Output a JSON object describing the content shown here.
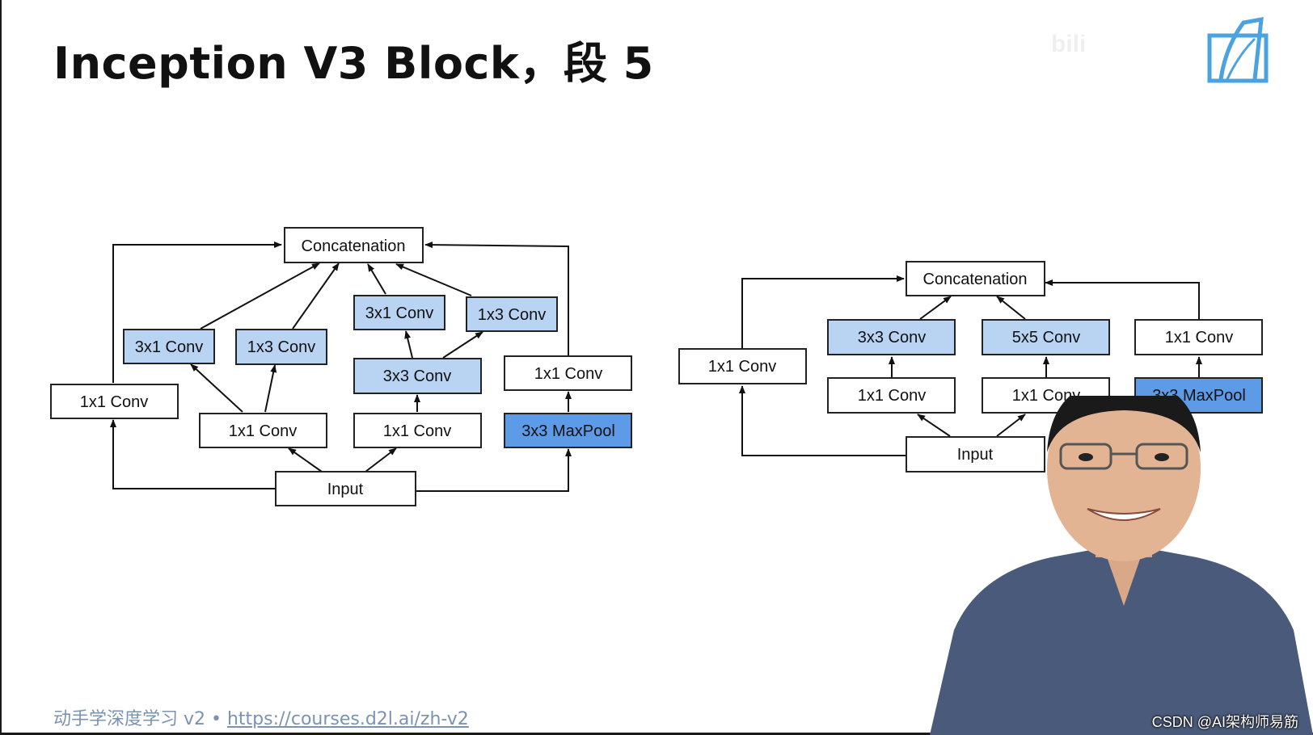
{
  "slide": {
    "title": "Inception V3 Block，段 5",
    "footer_text": "动手学深度学习 v2 • ",
    "footer_link": "https://courses.d2l.ai/zh-v2"
  },
  "watermark": {
    "csdn": "CSDN @AI架构师易筋"
  },
  "colors": {
    "light_blue_fill": "#b9d3f2",
    "dark_blue_fill": "#5d9be6",
    "box_border": "#222222",
    "presenter_shirt": "#4a5a7a"
  },
  "diagram_left": {
    "concat": "Concatenation",
    "input": "Input",
    "branch1_conv": "1x1 Conv",
    "branch2_conv_a": "3x1 Conv",
    "branch2_conv_b": "1x3 Conv",
    "branch2_base": "1x1 Conv",
    "branch3_conv_a": "3x1 Conv",
    "branch3_conv_b": "1x3 Conv",
    "branch3_mid": "3x3 Conv",
    "branch3_base": "1x1 Conv",
    "branch4_conv": "1x1 Conv",
    "branch4_pool": "3x3 MaxPool"
  },
  "diagram_right": {
    "concat": "Concatenation",
    "input": "Input",
    "branch1_conv": "1x1 Conv",
    "branch2_conv": "3x3 Conv",
    "branch2_base": "1x1 Conv",
    "branch3_conv": "5x5 Conv",
    "branch3_base": "1x1 Conv",
    "branch4_conv": "1x1 Conv",
    "branch4_pool": "3x3 MaxPool"
  }
}
